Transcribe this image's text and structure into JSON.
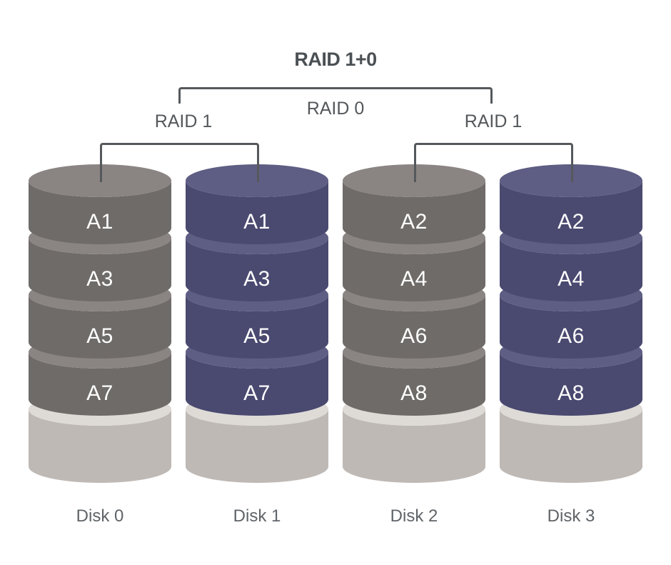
{
  "tree": {
    "root_label": "RAID 1+0",
    "stripe_label": "RAID 0",
    "mirror_left_label": "RAID 1",
    "mirror_right_label": "RAID 1"
  },
  "colors": {
    "bracket_line": "#55595c",
    "title_text": "#4b5054",
    "label_text": "#54585b",
    "block_text": "#ffffff",
    "disk_name_text": "#5f6468",
    "base_top": "#dedbd7",
    "base_body": "#beb9b5"
  },
  "disks": [
    {
      "name": "Disk 0",
      "color_top": "#8a8583",
      "color_body": "#6f6b68",
      "blocks": [
        "A1",
        "A3",
        "A5",
        "A7"
      ]
    },
    {
      "name": "Disk 1",
      "color_top": "#5e5d83",
      "color_body": "#4a4970",
      "blocks": [
        "A1",
        "A3",
        "A5",
        "A7"
      ]
    },
    {
      "name": "Disk 2",
      "color_top": "#8a8583",
      "color_body": "#6f6b68",
      "blocks": [
        "A2",
        "A4",
        "A6",
        "A8"
      ]
    },
    {
      "name": "Disk 3",
      "color_top": "#5e5d83",
      "color_body": "#4a4970",
      "blocks": [
        "A2",
        "A4",
        "A6",
        "A8"
      ]
    }
  ]
}
